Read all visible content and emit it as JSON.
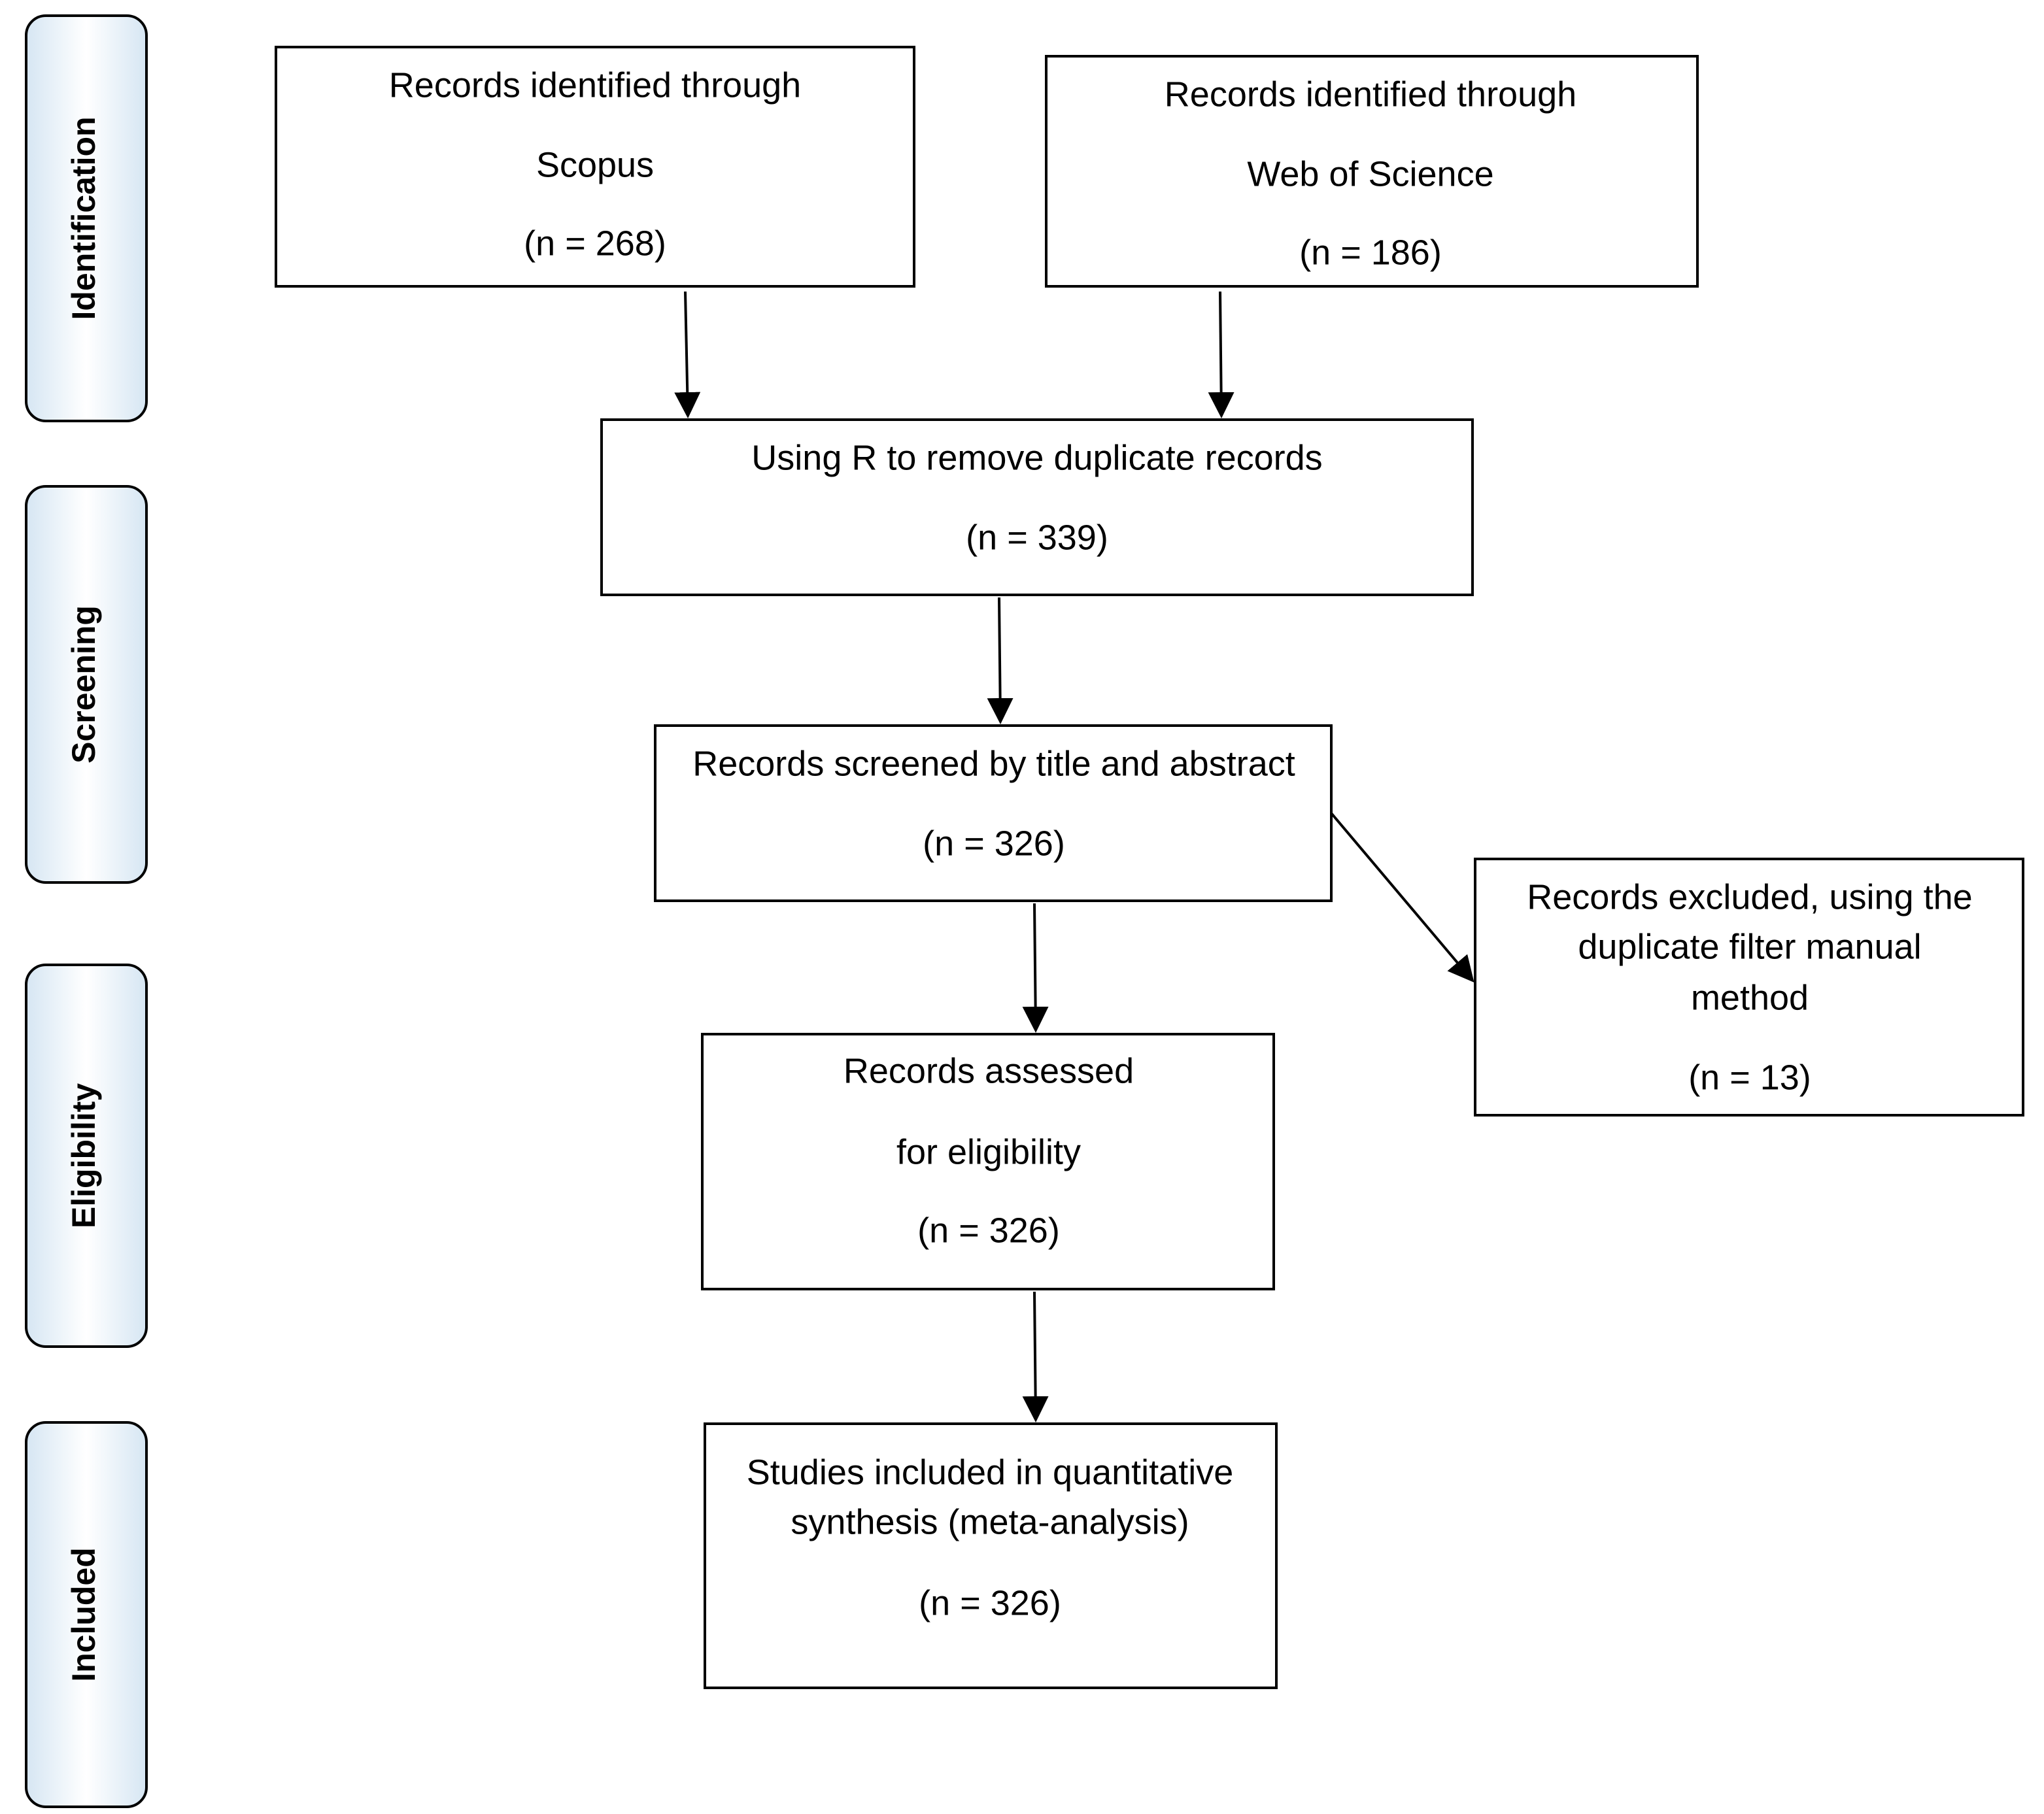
{
  "phases": [
    {
      "id": "identification",
      "label": "Identification"
    },
    {
      "id": "screening",
      "label": "Screening"
    },
    {
      "id": "eligibility",
      "label": "Eligibility"
    },
    {
      "id": "included",
      "label": "Included"
    }
  ],
  "boxes": {
    "scopus": {
      "lines": [
        "Records identified through",
        "Scopus",
        "(n = 268)"
      ]
    },
    "wos": {
      "lines": [
        "Records identified through",
        "Web of Science",
        "(n = 186)"
      ]
    },
    "dedup": {
      "lines": [
        "Using R to remove duplicate records",
        "(n = 339)"
      ]
    },
    "screened": {
      "lines": [
        "Records screened by title and abstract",
        "(n = 326)"
      ]
    },
    "excluded": {
      "lines": [
        "Records excluded, using the",
        "duplicate filter manual",
        "method",
        "(n = 13)"
      ]
    },
    "eligibility": {
      "lines": [
        "Records assessed",
        "for eligibility",
        "(n = 326)"
      ]
    },
    "included": {
      "lines": [
        "Studies  included in quantitative",
        "synthesis (meta-analysis)",
        "(n = 326)"
      ]
    }
  },
  "colors": {
    "phase_fill_edge": "#d6e6f3",
    "phase_fill_center": "#ffffff",
    "stroke": "#000000"
  }
}
